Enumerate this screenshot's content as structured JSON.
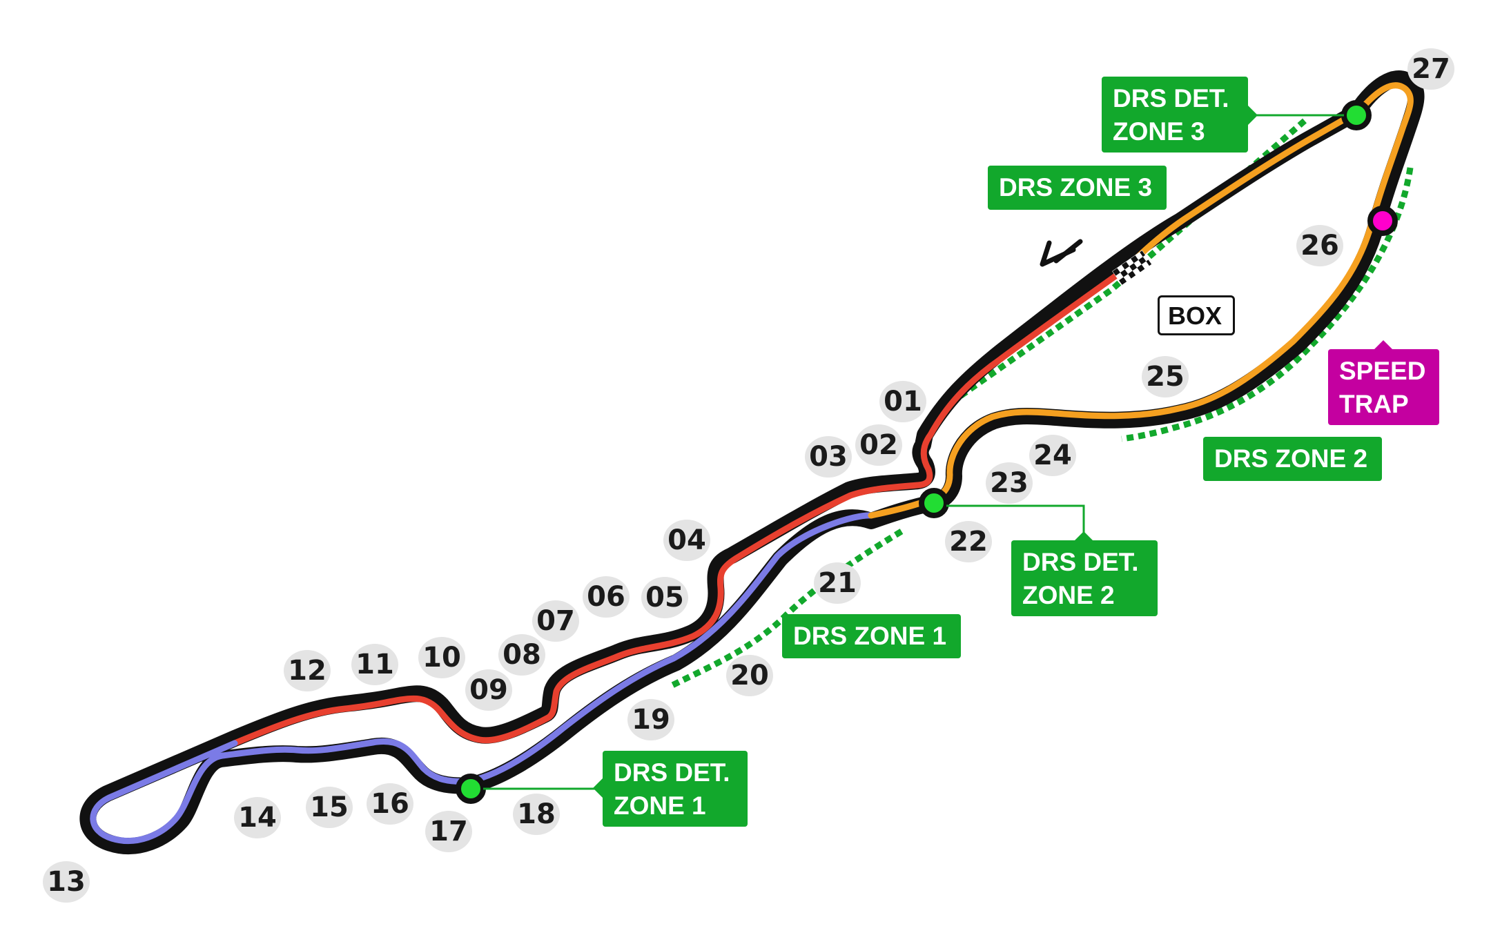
{
  "map": {
    "turns": [
      "01",
      "02",
      "03",
      "04",
      "05",
      "06",
      "07",
      "08",
      "09",
      "10",
      "11",
      "12",
      "13",
      "14",
      "15",
      "16",
      "17",
      "18",
      "19",
      "20",
      "21",
      "22",
      "23",
      "24",
      "25",
      "26",
      "27"
    ],
    "labels": {
      "drs_det_zone_1": "DRS DET.\nZONE 1",
      "drs_det_zone_2": "DRS DET.\nZONE 2",
      "drs_det_zone_3": "DRS DET.\nZONE 3",
      "drs_zone_1": "DRS ZONE 1",
      "drs_zone_2": "DRS ZONE 2",
      "drs_zone_3": "DRS ZONE 3",
      "speed_trap": "SPEED\nTRAP",
      "box": "BOX"
    },
    "sector_colors": {
      "sector1": "#e8402f",
      "sector2": "#7b7be6",
      "sector3": "#f5a020"
    },
    "colors": {
      "drs": "#12a82c",
      "detection_point": "#22dd33",
      "speed_trap": "#c400a0",
      "speed_trap_point": "#ff00cc",
      "track_outline": "#111111",
      "halo": "#e4e4e4"
    }
  }
}
